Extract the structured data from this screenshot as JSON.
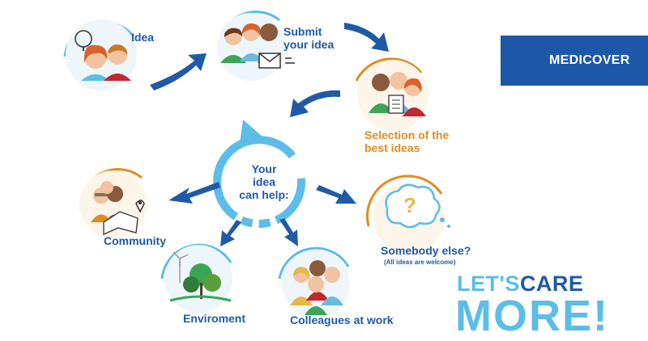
{
  "steps": {
    "idea": "Idea",
    "submit": "Submit\nyour idea",
    "selection": "Selection of the\nbest ideas"
  },
  "center": {
    "label": "Your idea\ncan help:"
  },
  "beneficiaries": {
    "community": "Community",
    "environment": "Enviroment",
    "colleagues": "Colleagues at work",
    "somebody": "Somebody else?",
    "somebody_note": "(All ideas are welcome)"
  },
  "brand": {
    "logo": "MEDICOVER",
    "slogan_lets": "LET'S",
    "slogan_care": "CARE",
    "slogan_more": "MORE!"
  },
  "colors": {
    "primary_blue": "#1f5aa6",
    "light_blue": "#5bbde8",
    "orange": "#e38b1d"
  }
}
